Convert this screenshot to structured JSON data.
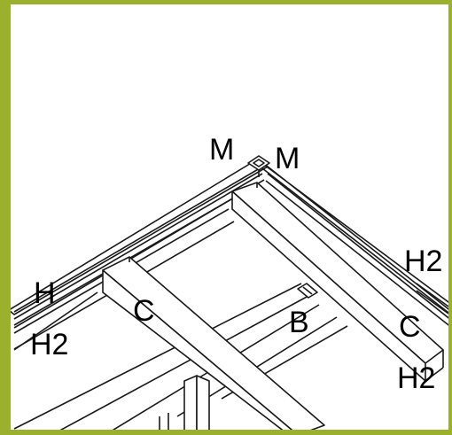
{
  "frame_color": "#9bb02c",
  "line_color": "#1a1a1a",
  "labels": {
    "m_left": "M",
    "m_right": "M",
    "h2_top_right": "H2",
    "h_left": "H",
    "c_left": "C",
    "b_center": "B",
    "c_right": "C",
    "h2_left": "H2",
    "h2_bottom_right": "H2"
  }
}
